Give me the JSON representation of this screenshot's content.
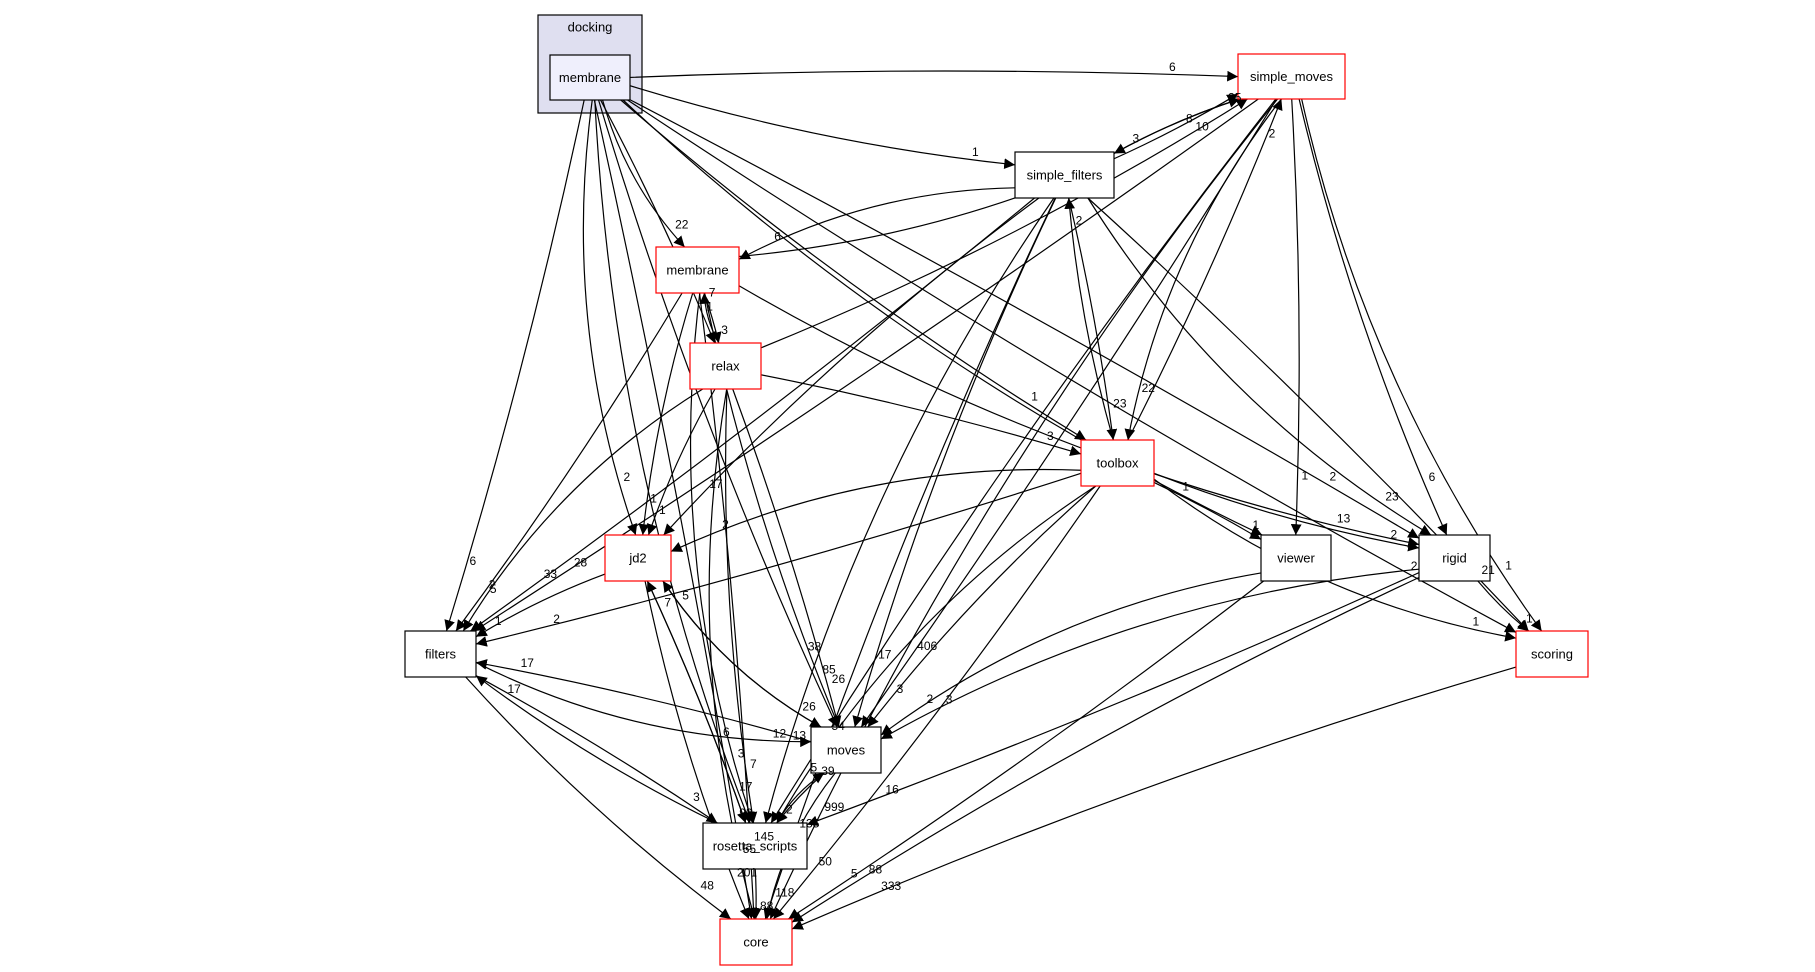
{
  "cluster": {
    "label": "docking"
  },
  "nodes": [
    {
      "id": "membrane_dock",
      "label": "membrane",
      "style": "cluster-inner"
    },
    {
      "id": "simple_moves",
      "label": "simple_moves",
      "style": "red"
    },
    {
      "id": "simple_filters",
      "label": "simple_filters",
      "style": "black"
    },
    {
      "id": "membrane",
      "label": "membrane",
      "style": "red"
    },
    {
      "id": "relax",
      "label": "relax",
      "style": "red"
    },
    {
      "id": "toolbox",
      "label": "toolbox",
      "style": "red"
    },
    {
      "id": "jd2",
      "label": "jd2",
      "style": "red"
    },
    {
      "id": "viewer",
      "label": "viewer",
      "style": "black"
    },
    {
      "id": "rigid",
      "label": "rigid",
      "style": "black"
    },
    {
      "id": "filters",
      "label": "filters",
      "style": "black"
    },
    {
      "id": "scoring",
      "label": "scoring",
      "style": "red"
    },
    {
      "id": "moves",
      "label": "moves",
      "style": "black"
    },
    {
      "id": "rosetta_scripts",
      "label": "rosetta_scripts",
      "style": "black"
    },
    {
      "id": "core",
      "label": "core",
      "style": "red"
    }
  ],
  "edges": [
    {
      "from": "membrane_dock",
      "to": "simple_moves",
      "label": "6"
    },
    {
      "from": "membrane_dock",
      "to": "simple_filters",
      "label": "1"
    },
    {
      "from": "membrane_dock",
      "to": "membrane",
      "label": "22"
    },
    {
      "from": "membrane_dock",
      "to": "relax",
      "label": "1"
    },
    {
      "from": "membrane_dock",
      "to": "toolbox",
      "label": "1"
    },
    {
      "from": "membrane_dock",
      "to": "jd2",
      "label": "2"
    },
    {
      "from": "membrane_dock",
      "to": "filters",
      "label": "6"
    },
    {
      "from": "membrane_dock",
      "to": "moves",
      "label": "38"
    },
    {
      "from": "membrane_dock",
      "to": "viewer",
      "label": "1"
    },
    {
      "from": "membrane_dock",
      "to": "rigid",
      "label": "2"
    },
    {
      "from": "membrane_dock",
      "to": "scoring",
      "label": "2"
    },
    {
      "from": "membrane_dock",
      "to": "rosetta_scripts",
      "label": "6"
    },
    {
      "from": "membrane_dock",
      "to": "core",
      "label": "93"
    },
    {
      "from": "simple_moves",
      "to": "simple_filters",
      "label": "3"
    },
    {
      "from": "simple_moves",
      "to": "toolbox",
      "label": "22"
    },
    {
      "from": "simple_moves",
      "to": "viewer",
      "label": "1"
    },
    {
      "from": "simple_moves",
      "to": "rigid",
      "label": "6"
    },
    {
      "from": "simple_moves",
      "to": "scoring",
      "label": "1"
    },
    {
      "from": "simple_moves",
      "to": "moves",
      "label": "406"
    },
    {
      "from": "simple_moves",
      "to": "rosetta_scripts",
      "label": "54"
    },
    {
      "from": "simple_moves",
      "to": "core",
      "label": "999"
    },
    {
      "from": "simple_moves",
      "to": "filters",
      "label": "28"
    },
    {
      "from": "simple_filters",
      "to": "simple_moves",
      "label": "25"
    },
    {
      "from": "simple_filters",
      "to": "membrane",
      "label": "6"
    },
    {
      "from": "simple_filters",
      "to": "toolbox",
      "label": "23"
    },
    {
      "from": "simple_filters",
      "to": "jd2",
      "label": "17"
    },
    {
      "from": "simple_filters",
      "to": "rigid",
      "label": "23"
    },
    {
      "from": "simple_filters",
      "to": "scoring",
      "label": "21"
    },
    {
      "from": "simple_filters",
      "to": "moves",
      "label": "17"
    },
    {
      "from": "simple_filters",
      "to": "rosetta_scripts",
      "label": "13"
    },
    {
      "from": "simple_filters",
      "to": "filters",
      "label": "33"
    },
    {
      "from": "simple_filters",
      "to": "core",
      "label": "135"
    },
    {
      "from": "membrane",
      "to": "simple_moves",
      "label": "8"
    },
    {
      "from": "membrane",
      "to": "relax",
      "label": "3"
    },
    {
      "from": "membrane",
      "to": "jd2",
      "label": "1"
    },
    {
      "from": "membrane",
      "to": "rigid",
      "label": "13"
    },
    {
      "from": "membrane",
      "to": "filters",
      "label": "2"
    },
    {
      "from": "membrane",
      "to": "moves",
      "label": "85"
    },
    {
      "from": "membrane",
      "to": "rosetta_scripts",
      "label": "3"
    },
    {
      "from": "membrane",
      "to": "core",
      "label": "145"
    },
    {
      "from": "relax",
      "to": "simple_moves",
      "label": "10"
    },
    {
      "from": "relax",
      "to": "membrane",
      "label": "7"
    },
    {
      "from": "relax",
      "to": "toolbox",
      "label": "3"
    },
    {
      "from": "relax",
      "to": "jd2",
      "label": "1"
    },
    {
      "from": "relax",
      "to": "filters",
      "label": "5"
    },
    {
      "from": "relax",
      "to": "moves",
      "label": "26"
    },
    {
      "from": "relax",
      "to": "rosetta_scripts",
      "label": "7"
    },
    {
      "from": "relax",
      "to": "core",
      "label": "55"
    },
    {
      "from": "toolbox",
      "to": "simple_moves",
      "label": "2"
    },
    {
      "from": "toolbox",
      "to": "simple_filters",
      "label": "2"
    },
    {
      "from": "toolbox",
      "to": "jd2",
      "label": "2"
    },
    {
      "from": "toolbox",
      "to": "viewer",
      "label": "1"
    },
    {
      "from": "toolbox",
      "to": "rigid",
      "label": "2"
    },
    {
      "from": "toolbox",
      "to": "scoring",
      "label": "1"
    },
    {
      "from": "toolbox",
      "to": "filters",
      "label": "2"
    },
    {
      "from": "toolbox",
      "to": "moves",
      "label": "3"
    },
    {
      "from": "toolbox",
      "to": "rosetta_scripts",
      "label": "5"
    },
    {
      "from": "toolbox",
      "to": "core",
      "label": "50"
    },
    {
      "from": "jd2",
      "to": "filters",
      "label": "1"
    },
    {
      "from": "jd2",
      "to": "moves",
      "label": "26"
    },
    {
      "from": "jd2",
      "to": "rosetta_scripts",
      "label": "17"
    },
    {
      "from": "jd2",
      "to": "core",
      "label": "201"
    },
    {
      "from": "viewer",
      "to": "moves",
      "label": "2"
    },
    {
      "from": "viewer",
      "to": "core",
      "label": "5"
    },
    {
      "from": "rigid",
      "to": "scoring",
      "label": "1"
    },
    {
      "from": "rigid",
      "to": "moves",
      "label": "3"
    },
    {
      "from": "rigid",
      "to": "rosetta_scripts",
      "label": "16"
    },
    {
      "from": "rigid",
      "to": "core",
      "label": "88"
    },
    {
      "from": "filters",
      "to": "moves",
      "label": "12"
    },
    {
      "from": "filters",
      "to": "rosetta_scripts",
      "label": "3"
    },
    {
      "from": "filters",
      "to": "core",
      "label": "48"
    },
    {
      "from": "moves",
      "to": "jd2",
      "label": "5"
    },
    {
      "from": "moves",
      "to": "filters",
      "label": "17"
    },
    {
      "from": "moves",
      "to": "rosetta_scripts",
      "label": "2"
    },
    {
      "from": "moves",
      "to": "core",
      "label": "118"
    },
    {
      "from": "rosetta_scripts",
      "to": "jd2",
      "label": "7"
    },
    {
      "from": "rosetta_scripts",
      "to": "filters",
      "label": "17"
    },
    {
      "from": "rosetta_scripts",
      "to": "moves",
      "label": "39"
    },
    {
      "from": "rosetta_scripts",
      "to": "core",
      "label": "88"
    },
    {
      "from": "scoring",
      "to": "core",
      "label": "333"
    }
  ]
}
